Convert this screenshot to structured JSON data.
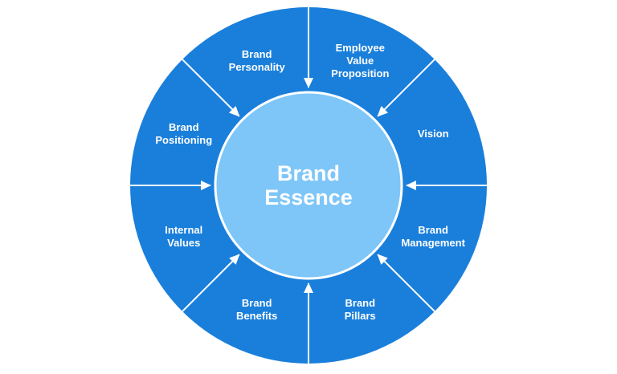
{
  "diagram": {
    "colors": {
      "outer": "#1a7fdb",
      "inner": "#7ec6f8",
      "lines": "#ffffff"
    },
    "center": {
      "line1": "Brand",
      "line2": "Essence"
    },
    "segments": [
      {
        "id": "employee-value-proposition",
        "lines": [
          "Employee",
          "Value",
          "Proposition"
        ]
      },
      {
        "id": "vision",
        "lines": [
          "Vision"
        ]
      },
      {
        "id": "brand-management",
        "lines": [
          "Brand",
          "Management"
        ]
      },
      {
        "id": "brand-pillars",
        "lines": [
          "Brand",
          "Pillars"
        ]
      },
      {
        "id": "brand-benefits",
        "lines": [
          "Brand",
          "Benefits"
        ]
      },
      {
        "id": "internal-values",
        "lines": [
          "Internal",
          "Values"
        ]
      },
      {
        "id": "brand-positioning",
        "lines": [
          "Brand",
          "Positioning"
        ]
      },
      {
        "id": "brand-personality",
        "lines": [
          "Brand",
          "Personality"
        ]
      }
    ]
  }
}
